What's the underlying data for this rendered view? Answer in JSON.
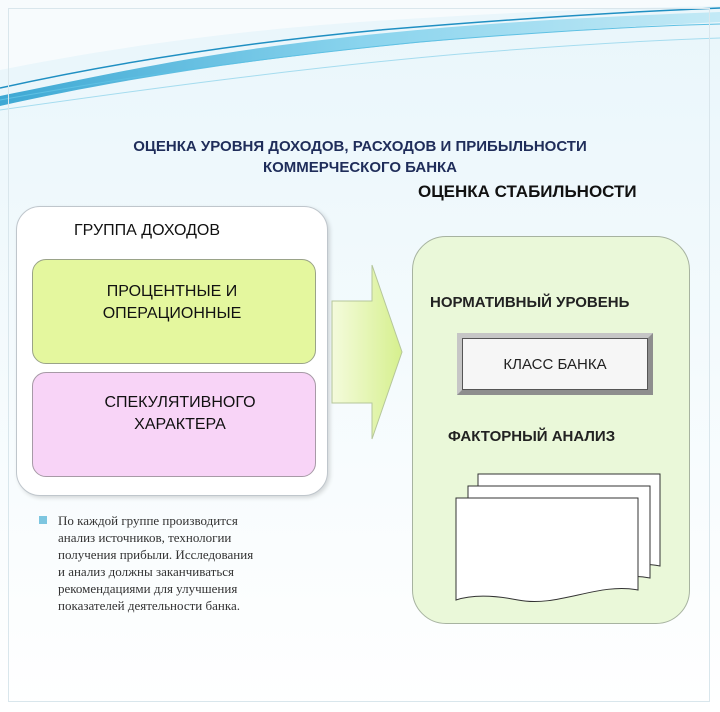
{
  "header": {
    "title_line1": "ОЦЕНКА УРОВНЯ ДОХОДОВ, РАСХОДОВ И ПРИБЫЛЬНОСТИ",
    "title_line2": "КОММЕРЧЕСКОГО БАНКА"
  },
  "stability": {
    "title": "ОЦЕНКА СТАБИЛЬНОСТИ",
    "normative": "НОРМАТИВНЫЙ УРОВЕНЬ",
    "bank_class": "КЛАСС БАНКА",
    "factor": "ФАКТОРНЫЙ АНАЛИЗ"
  },
  "income_group": {
    "title": "ГРУППА ДОХОДОВ",
    "item1_line1": "ПРОЦЕНТНЫЕ И",
    "item1_line2": "ОПЕРАЦИОННЫЕ",
    "item2_line1": "СПЕКУЛЯТИВНОГО",
    "item2_line2": "ХАРАКТЕРА"
  },
  "bullet": {
    "line1": "По каждой группе производится",
    "line2": "анализ источников, технологии",
    "line3": "получения прибыли. Исследования",
    "line4": "и анализ должны заканчиваться",
    "line5": "рекомендациями для улучшения",
    "line6": "показателей деятельности банка."
  },
  "colors": {
    "green_box": "#e4f79e",
    "pink_box": "#f8d4f7",
    "right_box": "#eaf8d9",
    "arrow": "#e6f7b5",
    "title": "#1f2d5a",
    "wave": "#4bb3d8"
  },
  "icons": {
    "arrow": "right-arrow-icon",
    "documents": "document-stack-icon",
    "bullet": "square-bullet-icon"
  }
}
